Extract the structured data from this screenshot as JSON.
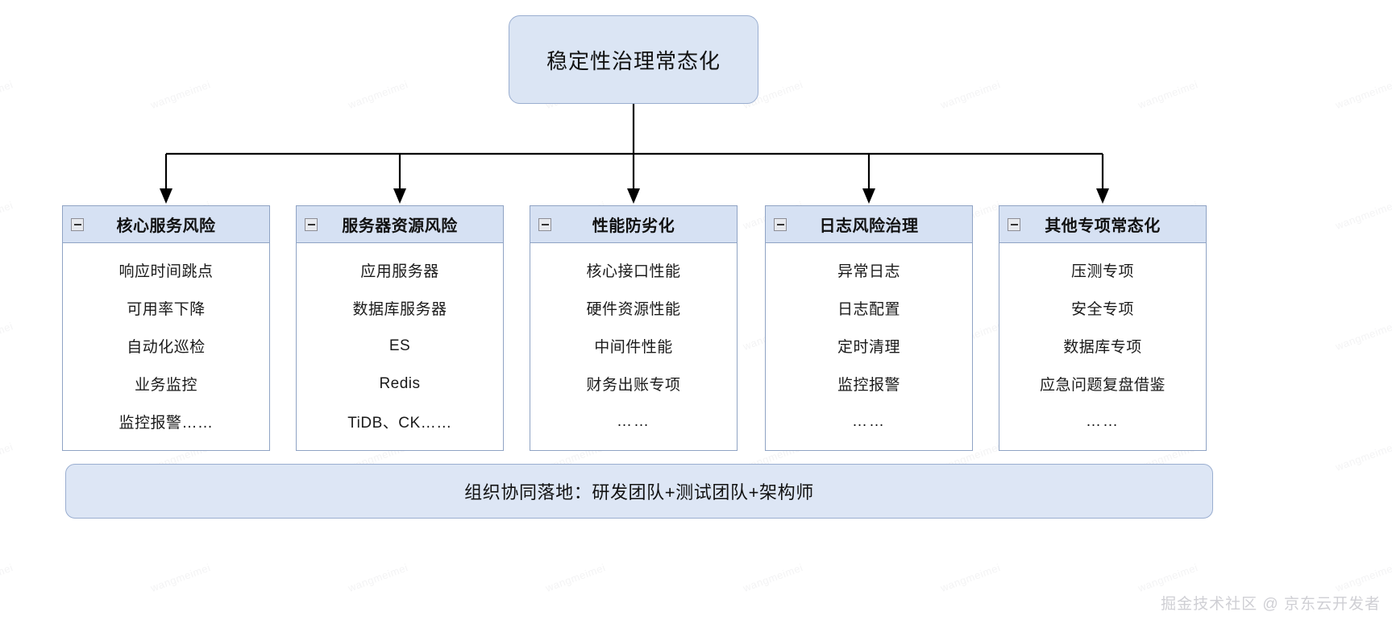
{
  "root": {
    "label": "稳定性治理常态化"
  },
  "columns": [
    {
      "header": "核心服务风险",
      "collapse_icon": "minus-box-icon",
      "items": [
        "响应时间跳点",
        "可用率下降",
        "自动化巡检",
        "业务监控",
        "监控报警……"
      ]
    },
    {
      "header": "服务器资源风险",
      "collapse_icon": "minus-box-icon",
      "items": [
        "应用服务器",
        "数据库服务器",
        "ES",
        "Redis",
        "TiDB、CK……"
      ]
    },
    {
      "header": "性能防劣化",
      "collapse_icon": "minus-box-icon",
      "items": [
        "核心接口性能",
        "硬件资源性能",
        "中间件性能",
        "财务出账专项",
        "……"
      ]
    },
    {
      "header": "日志风险治理",
      "collapse_icon": "minus-box-icon",
      "items": [
        "异常日志",
        "日志配置",
        "定时清理",
        "监控报警",
        "……"
      ]
    },
    {
      "header": "其他专项常态化",
      "collapse_icon": "minus-box-icon",
      "items": [
        "压测专项",
        "安全专项",
        "数据库专项",
        "应急问题复盘借鉴",
        "……"
      ]
    }
  ],
  "banner": {
    "label": "组织协同落地：研发团队+测试团队+架构师"
  },
  "footer": {
    "credit": "掘金技术社区 @ 京东云开发者"
  },
  "watermark": {
    "text": "wangmeimei"
  },
  "colors": {
    "node_fill": "#dbe5f4",
    "node_border": "#9aaed0",
    "header_fill": "#d6e1f3",
    "box_border": "#8fa3c4",
    "banner_fill": "#dde6f5",
    "connector": "#000000",
    "canvas": "#ffffff"
  }
}
